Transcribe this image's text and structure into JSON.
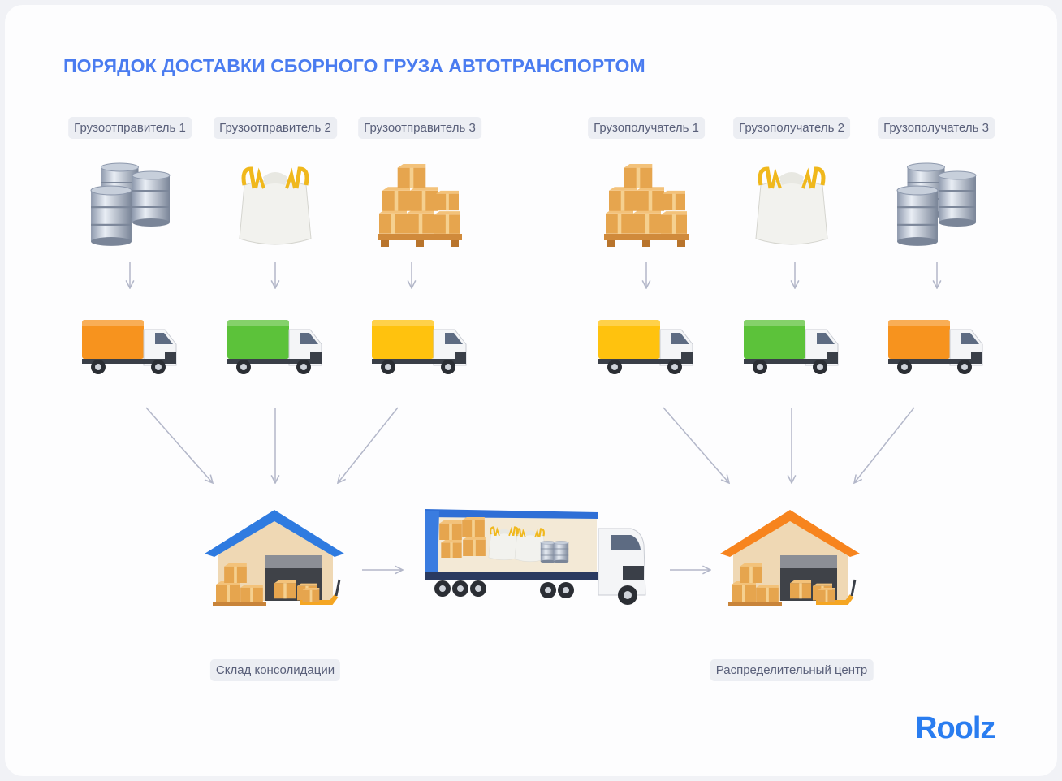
{
  "title": "ПОРЯДОК ДОСТАВКИ СБОРНОГО ГРУЗА АВТОТРАНСПОРТОМ",
  "senders": [
    {
      "label": "Грузоотправитель 1",
      "cargo": "barrels",
      "truck_color": "#f7931e"
    },
    {
      "label": "Грузоотправитель 2",
      "cargo": "big-bag",
      "truck_color": "#5cc23a"
    },
    {
      "label": "Грузоотправитель 3",
      "cargo": "boxes-pallet",
      "truck_color": "#ffc20e"
    }
  ],
  "receivers": [
    {
      "label": "Грузополучатель 1",
      "cargo": "boxes-pallet",
      "truck_color": "#ffc20e"
    },
    {
      "label": "Грузополучатель 2",
      "cargo": "big-bag",
      "truck_color": "#5cc23a"
    },
    {
      "label": "Грузополучатель 3",
      "cargo": "barrels",
      "truck_color": "#f7931e"
    }
  ],
  "consolidation_warehouse": {
    "label": "Склад консолидации",
    "roof_color": "#2f7be0"
  },
  "distribution_center": {
    "label": "Распределительный центр",
    "roof_color": "#f7841e"
  },
  "logo": "Roolz",
  "colors": {
    "accent": "#4a7cf0",
    "arrow": "#b3b7c9",
    "logo": "#2a7df0"
  }
}
